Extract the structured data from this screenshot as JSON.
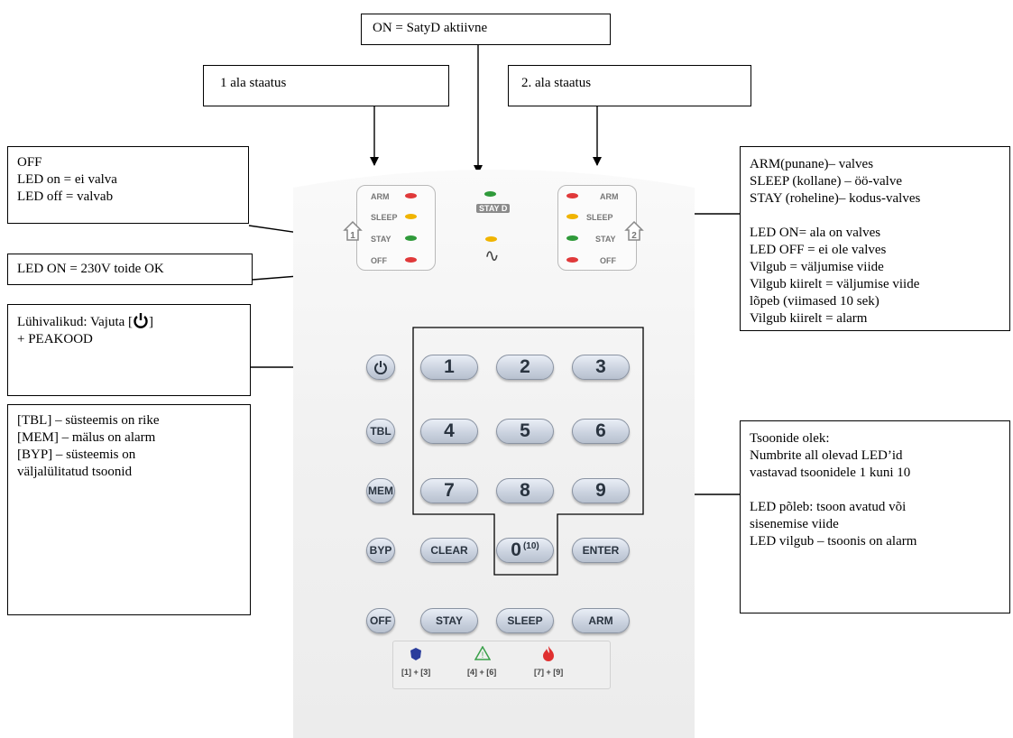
{
  "callouts": {
    "stay_d": "ON = SatyD aktiivne",
    "area1": "1 ala staatus",
    "area2": "2. ala staatus",
    "off_led": [
      "OFF",
      "LED on = ei valva",
      "LED off = valvab"
    ],
    "power": "LED ON = 230V toide  OK",
    "shortcut": [
      "Lühivalikud: Vajuta  [",
      "] ",
      "+ PEAKOOD"
    ],
    "trouble": [
      "[TBL] – süsteemis on rike",
      "[MEM] – mälus on alarm",
      "[BYP] – süsteemis on",
      "väljalülitatud tsoonid"
    ],
    "arm_modes": [
      "ARM(punane)– valves",
      "SLEEP (kollane) – öö-valve",
      "STAY (roheline)– kodus-valves"
    ],
    "led_states": [
      "LED ON= ala on valves",
      "LED OFF = ei ole valves",
      "Vilgub = väljumise viide",
      "Vilgub kiirelt = väljumise viide",
      "lõpeb (viimased 10 sek)",
      "Vilgub kiirelt = alarm"
    ],
    "zones": [
      "Tsoonide olek:",
      "Numbrite all olevad LED’id",
      "vastavad tsoonidele 1 kuni 10"
    ],
    "zone_leds": [
      "LED põleb: tsoon avatud või",
      "sisenemise viide",
      "LED vilgub – tsoonis on alarm"
    ]
  },
  "keypad": {
    "area1_labels": [
      "ARM",
      "SLEEP",
      "STAY",
      "OFF"
    ],
    "area2_labels": [
      "ARM",
      "SLEEP",
      "STAY",
      "OFF"
    ],
    "area1_number": "1",
    "area2_number": "2",
    "stay_d_label": "STAY D",
    "keys": {
      "k1": "1",
      "k2": "2",
      "k3": "3",
      "k4": "4",
      "k5": "5",
      "k6": "6",
      "k7": "7",
      "k8": "8",
      "k9": "9",
      "k0": "0",
      "k0_sub": "(10)",
      "tbl": "TBL",
      "mem": "MEM",
      "byp": "BYP",
      "off": "OFF",
      "clear": "CLEAR",
      "enter": "ENTER",
      "stay": "STAY",
      "sleep": "SLEEP",
      "arm": "ARM"
    },
    "panic": [
      "[1] + [3]",
      "[4] + [6]",
      "[7] + [9]"
    ]
  },
  "colors": {
    "arm": "#e0393a",
    "sleep": "#f0b400",
    "stay": "#2f9a3a",
    "off": "#e0393a",
    "panic_police": "#2a3d9c",
    "panic_medical": "#3aa04a",
    "panic_fire": "#e03030"
  }
}
